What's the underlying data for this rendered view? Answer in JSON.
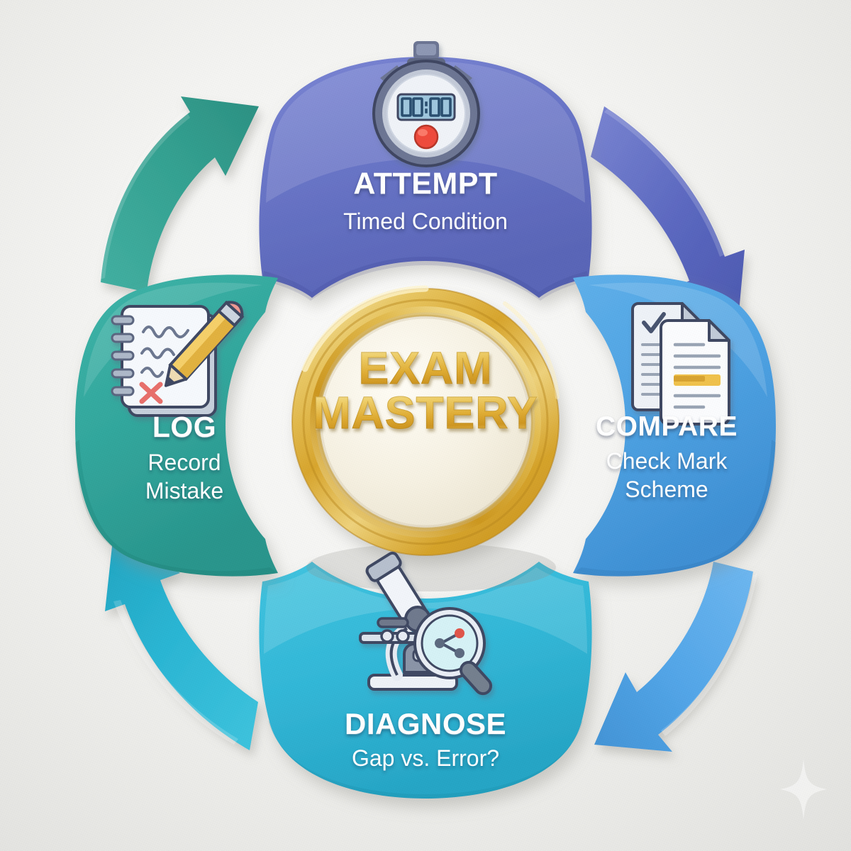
{
  "diagram": {
    "type": "cycle",
    "background_color": "#f2f2f0",
    "center": {
      "label_line1": "EXAM",
      "label_line2": "MASTERY",
      "ring_color": "#e0ad34",
      "face_color": "#f7f3e6",
      "text_color": "#e6c257"
    },
    "nodes": [
      {
        "id": "attempt",
        "position": "top",
        "title": "ATTEMPT",
        "subtitle": "Timed Condition",
        "color": "#6a76c8",
        "icon": "stopwatch-icon",
        "icon_display": "00:00"
      },
      {
        "id": "compare",
        "position": "right",
        "title": "COMPARE",
        "subtitle_line1": "Check Mark",
        "subtitle_line2": "Scheme",
        "color": "#4fa3e3",
        "icon": "documents-compare-icon"
      },
      {
        "id": "diagnose",
        "position": "bottom",
        "title": "DIAGNOSE",
        "subtitle": "Gap vs. Error?",
        "color": "#33b8d8",
        "icon": "microscope-magnifier-icon"
      },
      {
        "id": "log",
        "position": "left",
        "title": "LOG",
        "subtitle_line1": "Record",
        "subtitle_line2": "Mistake",
        "color": "#33a89e",
        "icon": "notepad-pencil-icon"
      }
    ],
    "arrows": [
      {
        "id": "attempt-to-compare",
        "from": "attempt",
        "to": "compare",
        "color": "#5b68c0",
        "direction": "down-right"
      },
      {
        "id": "compare-to-diagnose",
        "from": "compare",
        "to": "diagnose",
        "color": "#53a6e8",
        "direction": "down-left"
      },
      {
        "id": "diagnose-to-log",
        "from": "diagnose",
        "to": "log",
        "color": "#2bb6d4",
        "direction": "up-left"
      },
      {
        "id": "log-to-attempt",
        "from": "log",
        "to": "attempt",
        "color": "#35a292",
        "direction": "up-right"
      }
    ]
  }
}
